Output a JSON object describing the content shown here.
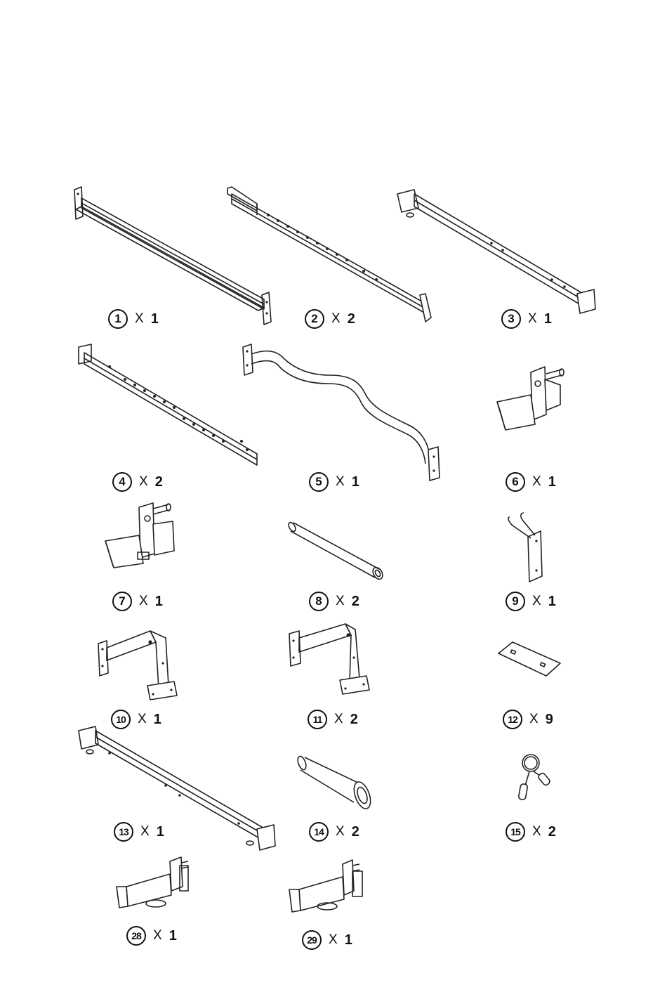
{
  "parts": [
    {
      "id": "1",
      "times": "X",
      "qty": "1",
      "icon": "rail-with-end-plates"
    },
    {
      "id": "2",
      "times": "X",
      "qty": "2",
      "icon": "adjustable-upright-bar"
    },
    {
      "id": "3",
      "times": "X",
      "qty": "1",
      "icon": "square-tube-crossbar"
    },
    {
      "id": "4",
      "times": "X",
      "qty": "2",
      "icon": "perforated-upright"
    },
    {
      "id": "5",
      "times": "X",
      "qty": "1",
      "icon": "curved-chin-up-bar"
    },
    {
      "id": "6",
      "times": "X",
      "qty": "1",
      "icon": "j-hook-right"
    },
    {
      "id": "7",
      "times": "X",
      "qty": "1",
      "icon": "j-hook-left"
    },
    {
      "id": "8",
      "times": "X",
      "qty": "2",
      "icon": "weight-sleeve-tube"
    },
    {
      "id": "9",
      "times": "X",
      "qty": "1",
      "icon": "band-peg-bracket"
    },
    {
      "id": "10",
      "times": "X",
      "qty": "1",
      "icon": "angled-foot-bracket-a"
    },
    {
      "id": "11",
      "times": "X",
      "qty": "2",
      "icon": "angled-foot-bracket-b"
    },
    {
      "id": "12",
      "times": "X",
      "qty": "9",
      "icon": "flat-plate"
    },
    {
      "id": "13",
      "times": "X",
      "qty": "1",
      "icon": "square-tube-crossbar"
    },
    {
      "id": "14",
      "times": "X",
      "qty": "2",
      "icon": "plate-storage-sleeve"
    },
    {
      "id": "15",
      "times": "X",
      "qty": "2",
      "icon": "spring-collar"
    },
    {
      "id": "28",
      "times": "X",
      "qty": "1",
      "icon": "safety-spotter-arm-a"
    },
    {
      "id": "29",
      "times": "X",
      "qty": "1",
      "icon": "safety-spotter-arm-b"
    }
  ]
}
